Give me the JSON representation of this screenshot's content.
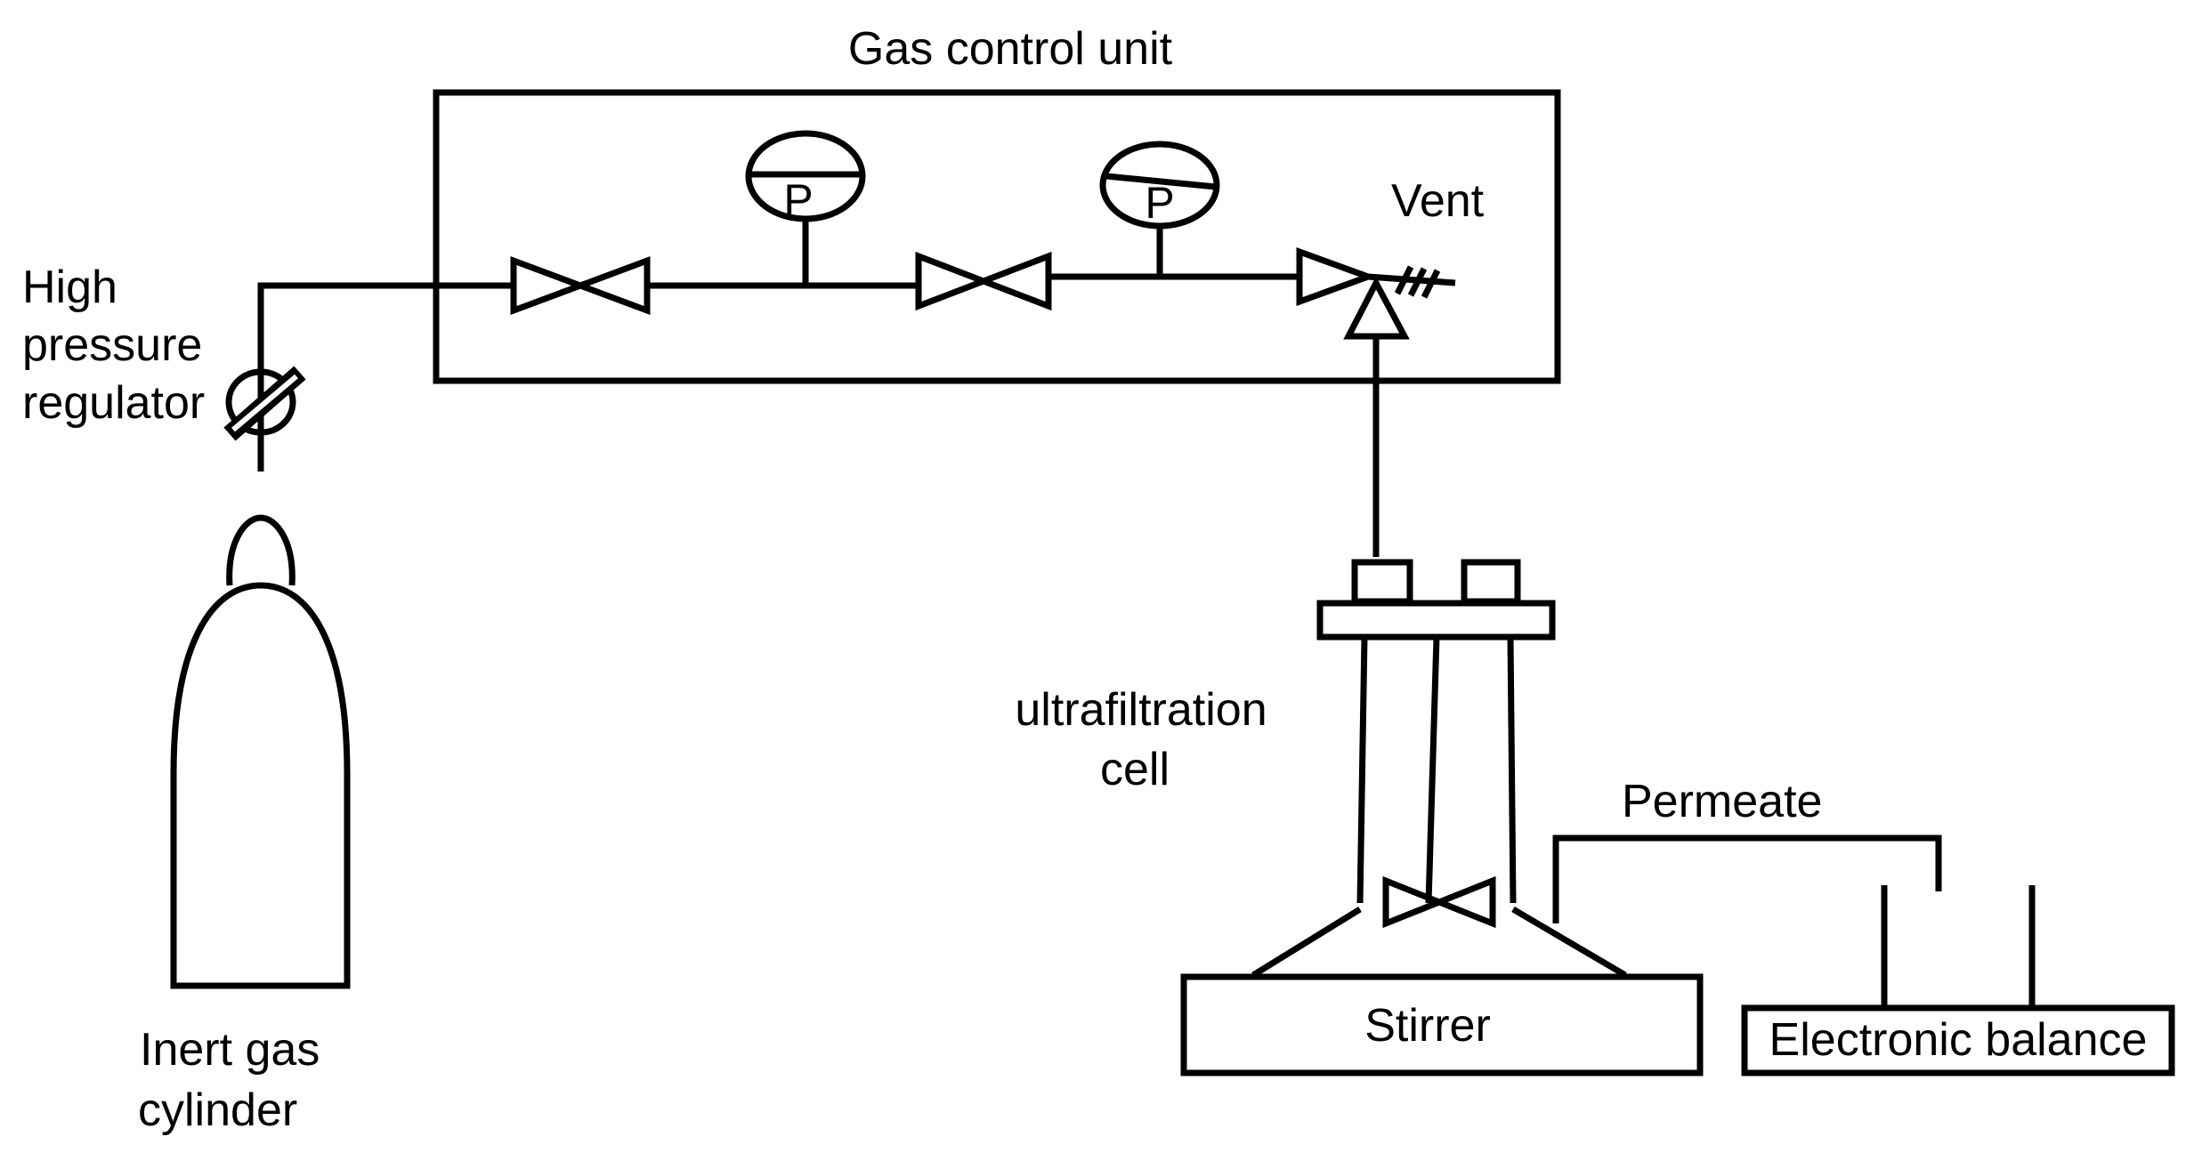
{
  "labels": {
    "gas_control_unit": "Gas control unit",
    "vent": "Vent",
    "regulator": [
      "High",
      "pressure",
      "regulator"
    ],
    "cylinder": [
      "Inert gas",
      "cylinder"
    ],
    "ultrafiltration_cell": [
      "ultrafiltration",
      "cell"
    ],
    "permeate": "Permeate",
    "stirrer": "Stirrer",
    "electronic_balance": "Electronic balance",
    "gauge_symbol": "P"
  },
  "icons": {
    "valve": "bowtie-valve-icon",
    "pressure_gauge": "pressure-gauge-icon",
    "regulator": "regulator-icon",
    "vent": "vent-icon",
    "check_valve": "check-valve-icon"
  },
  "colors": {
    "stroke": "#000000",
    "background": "#ffffff"
  }
}
